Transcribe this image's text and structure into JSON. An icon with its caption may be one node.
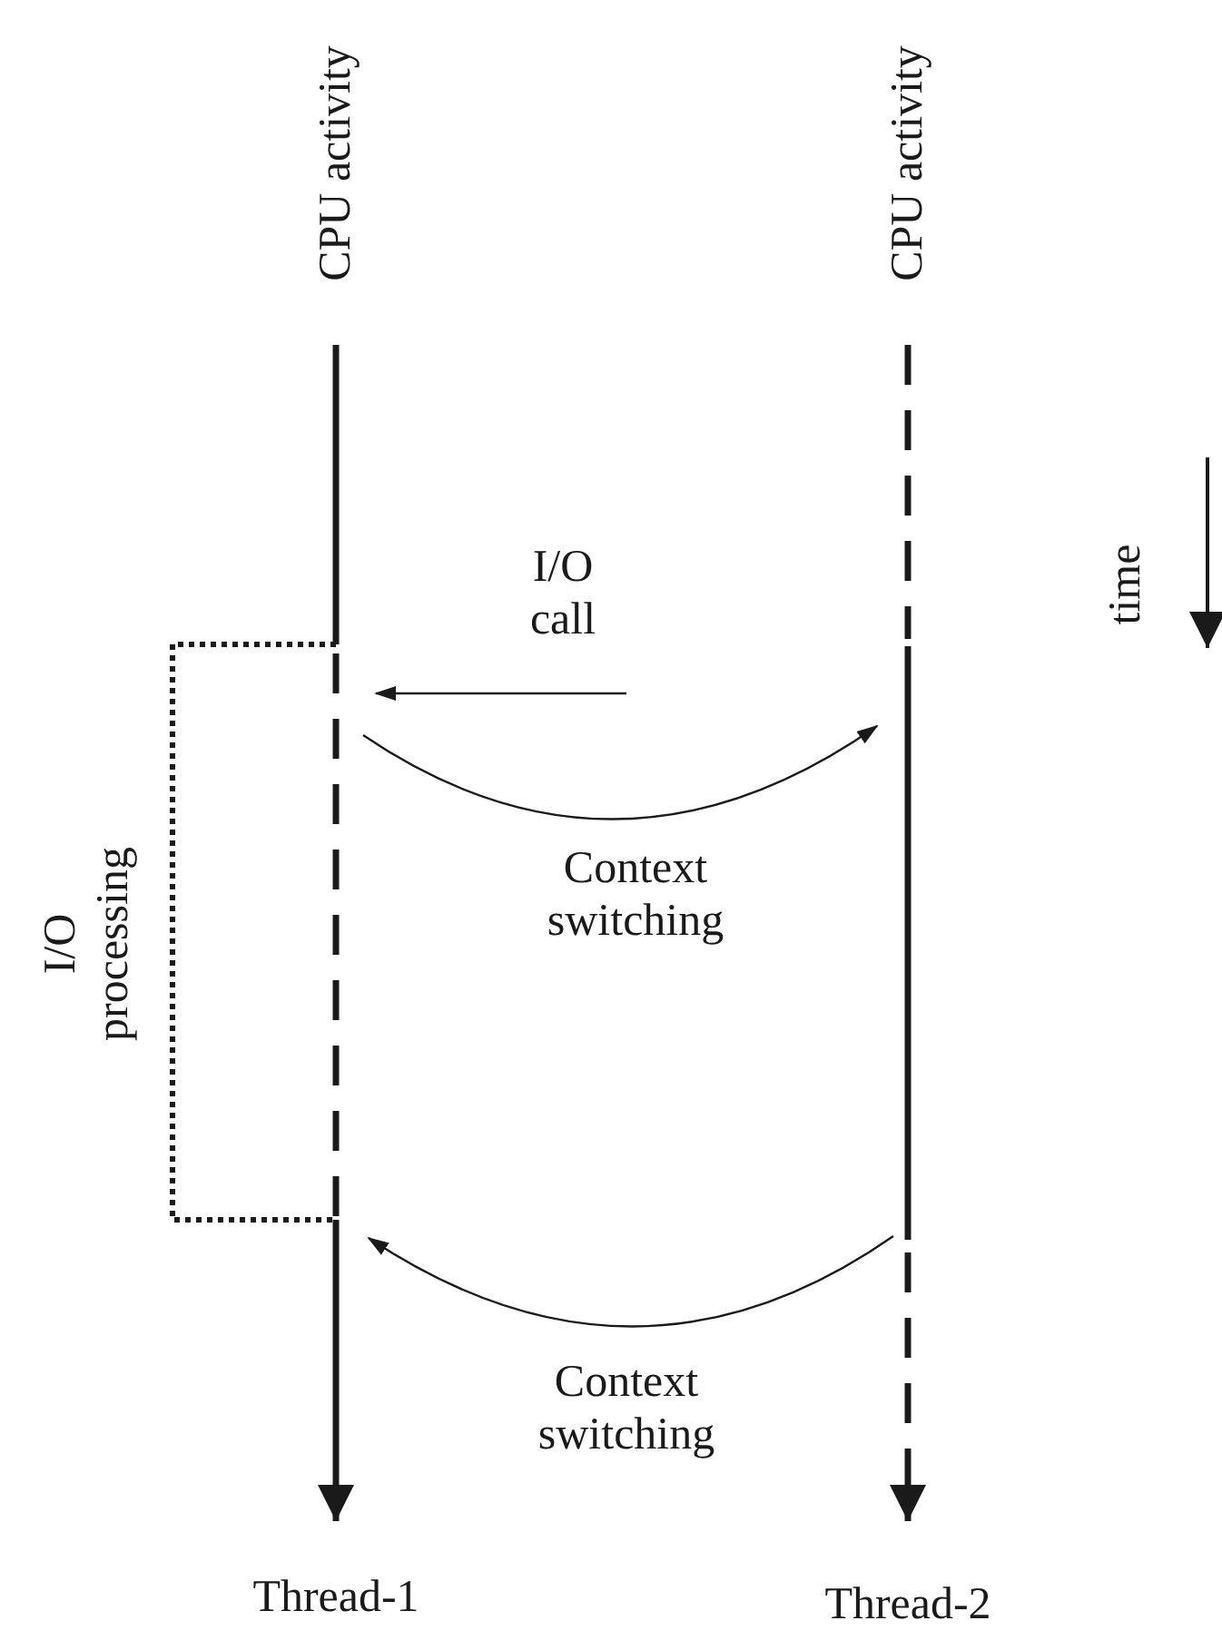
{
  "diagram": {
    "labels": [
      "CPU activity",
      "CPU activity",
      "I/O call",
      "time",
      "Context switching",
      "I/O processing",
      "Context switching",
      "Thread-1",
      "Thread-2"
    ]
  }
}
